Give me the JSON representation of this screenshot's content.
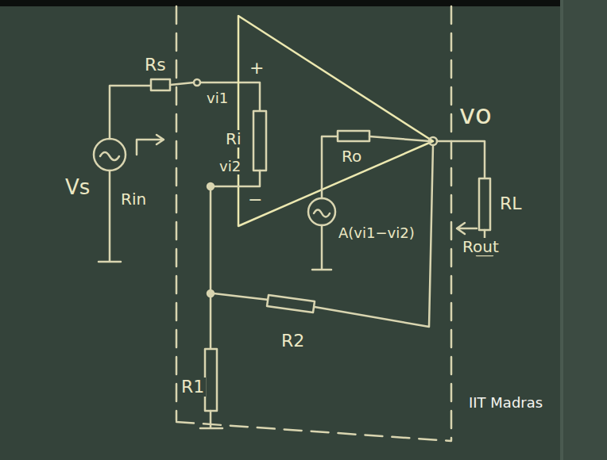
{
  "diagram": {
    "labels": [
      "Rs",
      "vi1",
      "+",
      "Ri",
      "vi2",
      "−",
      "Ro",
      "vo",
      "Vs",
      "Rin",
      "A(vi1−vi2)",
      "Rout",
      "RL",
      "R2",
      "R1",
      "IIT Madras"
    ]
  }
}
